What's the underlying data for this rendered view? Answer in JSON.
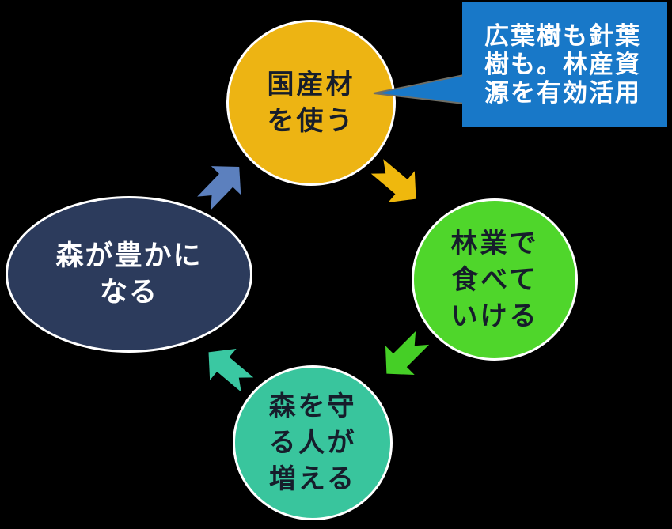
{
  "background_color": "#000000",
  "cycle": {
    "nodes": [
      {
        "id": "use-domestic-wood",
        "lines": [
          "国産材",
          "を使う"
        ],
        "fill": "#EDB413",
        "text_color": "#161D2B",
        "border_color": "#FFFFFF"
      },
      {
        "id": "forestry-livelihood",
        "lines": [
          "林業で",
          "食べて",
          "いける"
        ],
        "fill": "#4FD62B",
        "text_color": "#161D2B",
        "border_color": "#FFFFFF"
      },
      {
        "id": "forest-keepers-increase",
        "lines": [
          "森を守",
          "る人が",
          "増える"
        ],
        "fill": "#39C59D",
        "text_color": "#161D2B",
        "border_color": "#FFFFFF"
      },
      {
        "id": "forest-becomes-rich",
        "lines": [
          "森が豊かに",
          "なる"
        ],
        "fill": "#2C3B5C",
        "text_color": "#FFFFFF",
        "border_color": "#FFFFFF"
      }
    ],
    "arrows": [
      {
        "id": "arrow-top-to-right",
        "from": "use-domestic-wood",
        "to": "forestry-livelihood",
        "color": "#EFB80D"
      },
      {
        "id": "arrow-right-to-bottom",
        "from": "forestry-livelihood",
        "to": "forest-keepers-increase",
        "color": "#45CF26"
      },
      {
        "id": "arrow-bottom-to-left",
        "from": "forest-keepers-increase",
        "to": "forest-becomes-rich",
        "color": "#3AC8A2"
      },
      {
        "id": "arrow-left-to-top",
        "from": "forest-becomes-rich",
        "to": "use-domestic-wood",
        "color": "#5C80BE"
      }
    ]
  },
  "callout": {
    "lines": [
      "広葉樹も針葉",
      "樹も。林産資",
      "源を有効活用"
    ],
    "fill": "#1878C8",
    "text_color": "#FFFFFF",
    "pointer_outline": "#6E6E66"
  }
}
